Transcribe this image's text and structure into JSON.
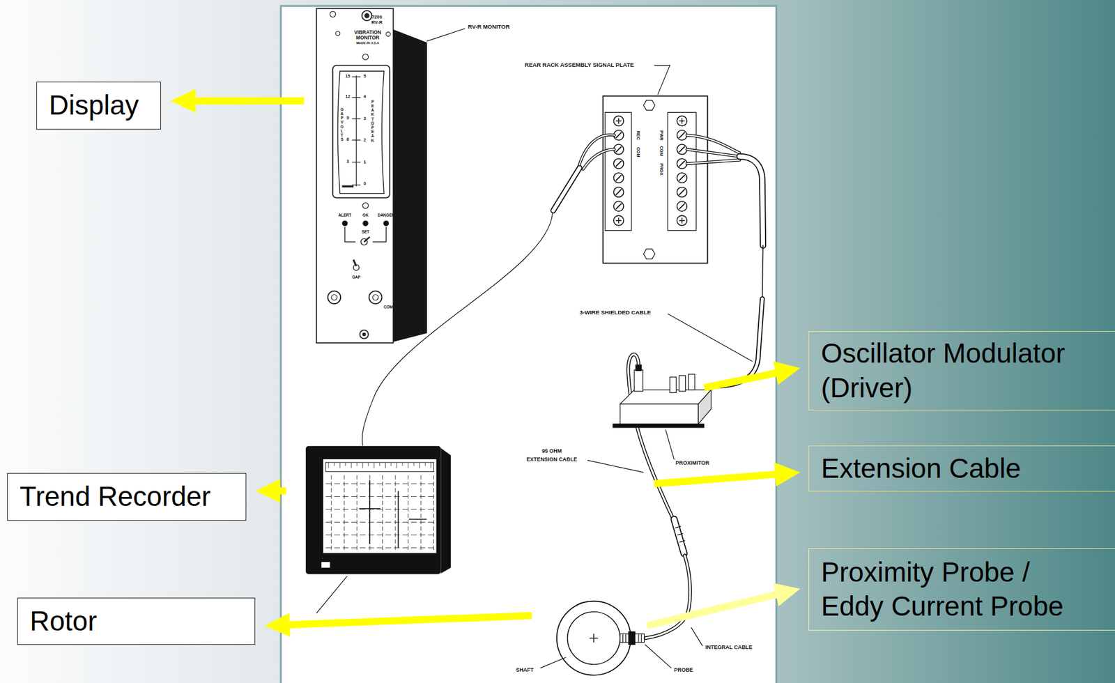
{
  "diagram": {
    "nodes": [
      {
        "text": [
          "Display"
        ]
      },
      {
        "text": [
          "Trend Recorder"
        ]
      },
      {
        "text": [
          "Rotor"
        ]
      },
      {
        "text": [
          "Oscillator Modulator (Driver)"
        ]
      },
      {
        "text": [
          "Extension Cable"
        ]
      },
      {
        "text": [
          "Proximity Probe / Eddy Current Probe"
        ]
      }
    ],
    "labels": [
      "7200",
      "RV-R",
      "VIBRATION",
      "MONITOR",
      "MADE IN U.S.A",
      "15",
      "12",
      "9",
      "6",
      "3",
      "5",
      "4",
      "3",
      "2",
      "1",
      "0",
      "GAP VOLTS",
      "PEAK TO PEAK",
      "ALERT",
      "OK",
      "DANGER",
      "SET",
      "GAP",
      "COM",
      "RV-R MONITOR",
      "REAR RACK ASSEMBLY SIGNAL PLATE",
      "REC",
      "COM",
      "PWR",
      "COM",
      "PROX",
      "3-WIRE SHIELDED CABLE",
      "95 OHM",
      "EXTENSION CABLE",
      "PROXIMITOR",
      "INTEGRAL CABLE",
      "SHAFT",
      "PROBE"
    ]
  }
}
